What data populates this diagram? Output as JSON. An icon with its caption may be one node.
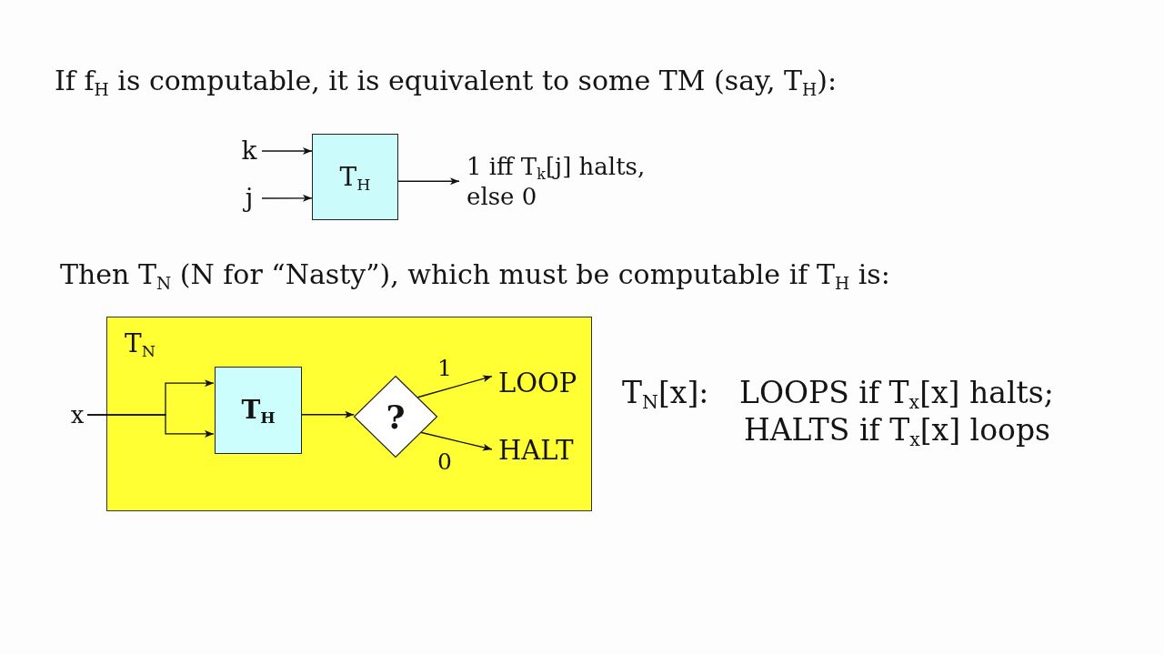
{
  "diagram": {
    "nodes": [
      {
        "text": [
          "k"
        ]
      },
      {
        "text": [
          "j"
        ]
      },
      {
        "text": [
          "T$_{H}$"
        ]
      },
      {
        "text": [
          "1 iff T$_{k}$[j] halts, else 0"
        ]
      },
      {
        "text": [
          "T$_{N}$"
        ]
      },
      {
        "text": [
          "x"
        ]
      },
      {
        "text": [
          "T$_{H}$"
        ],
        "in": 4
      },
      {
        "text": [
          "?"
        ],
        "in": 4
      },
      {
        "text": [
          "LOOP"
        ],
        "in": 4
      },
      {
        "text": [
          "HALT"
        ],
        "in": 4
      }
    ],
    "edges": [
      {
        "from": 0,
        "to": 2,
        "arrow": "to"
      },
      {
        "from": 1,
        "to": 2,
        "arrow": "to"
      },
      {
        "from": 2,
        "to": 3,
        "arrow": "to"
      },
      {
        "from": 5,
        "to": 6,
        "arrow": "to"
      },
      {
        "from": 5,
        "to": 6,
        "arrow": "to"
      },
      {
        "from": 6,
        "to": 7,
        "arrow": "to"
      },
      {
        "from": 7,
        "to": 8,
        "label": "1",
        "arrow": "to"
      },
      {
        "from": 7,
        "to": 9,
        "label": "0",
        "arrow": "to"
      }
    ],
    "labels": [
      "If f$_{H}$ is computable, it is equivalent to some TM (say, T$_{H}$):",
      "Then T$_{N}$ (N for “Nasty”), which must be computable if T$_{H}$ is:",
      "T$_{N}$[x]:",
      "LOOPS if T$_{x}$[x] halts;",
      "HALTS if T$_{x}$[x] loops"
    ]
  }
}
